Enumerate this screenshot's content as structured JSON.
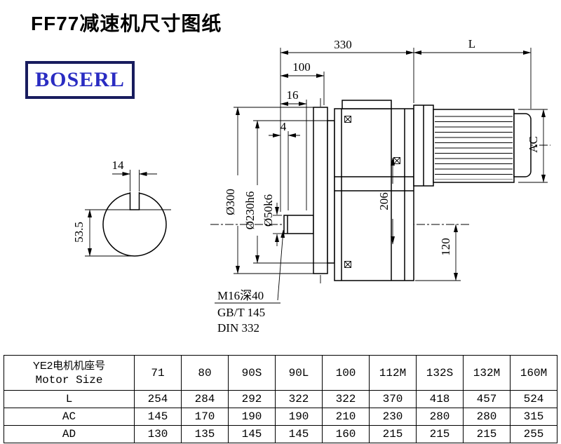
{
  "title": "FF77减速机尺寸图纸",
  "logo_text": "BOSERL",
  "drawing": {
    "dim_330": "330",
    "dim_L": "L",
    "dim_100": "100",
    "dim_16": "16",
    "dim_4": "4",
    "dim_14": "14",
    "dim_53_5": "53.5",
    "dim_AC": "AC",
    "dim_206": "206",
    "dim_120": "120",
    "dim_d300": "Ø300",
    "dim_d230": "Ø230h6",
    "dim_d50": "Ø50k6",
    "note_1": "M16深40",
    "note_2": "GB/T 145",
    "note_3": "DIN 332"
  },
  "table": {
    "header": {
      "line1": "YE2电机机座号",
      "line2": "Motor Size",
      "sizes": [
        "71",
        "80",
        "90S",
        "90L",
        "100",
        "112M",
        "132S",
        "132M",
        "160M"
      ]
    },
    "rows": [
      {
        "label": "L",
        "values": [
          "254",
          "284",
          "292",
          "322",
          "322",
          "370",
          "418",
          "457",
          "524"
        ]
      },
      {
        "label": "AC",
        "values": [
          "145",
          "170",
          "190",
          "190",
          "210",
          "230",
          "280",
          "280",
          "315"
        ]
      },
      {
        "label": "AD",
        "values": [
          "130",
          "135",
          "145",
          "145",
          "160",
          "215",
          "215",
          "215",
          "255"
        ]
      }
    ]
  }
}
